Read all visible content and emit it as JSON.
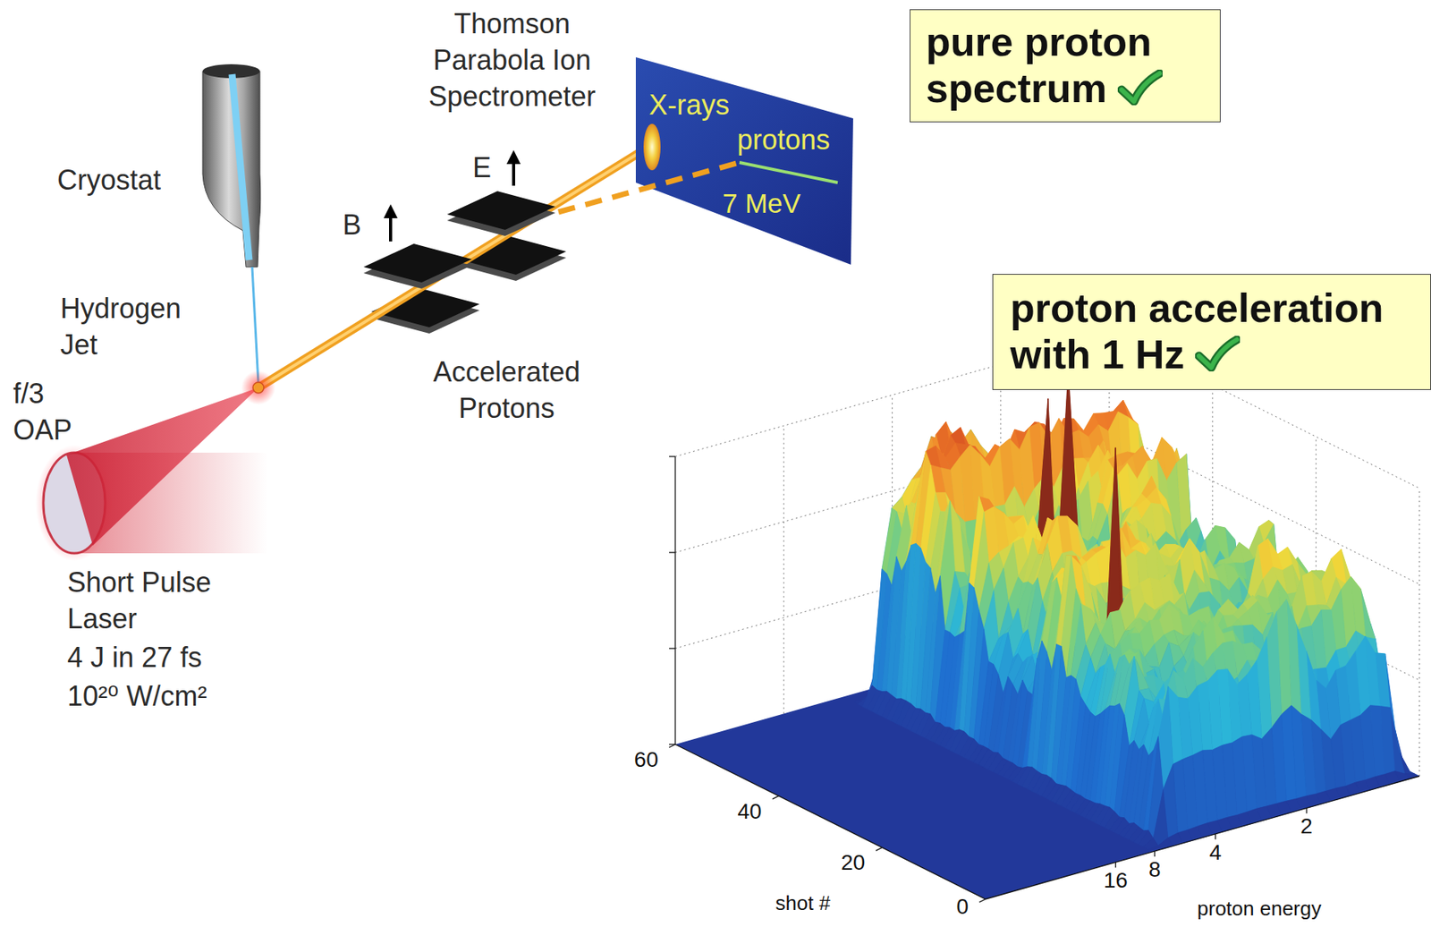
{
  "diagram": {
    "nodes": [
      {
        "text": [
          "pure proton spectrum"
        ]
      },
      {
        "text": [
          "X-rays",
          "protons",
          "7 MeV"
        ]
      },
      {
        "text": [
          "proton acceleration with 1 Hz"
        ]
      }
    ],
    "labels": [
      "Thomson Parabola Ion Spectrometer",
      "Cryostat",
      "E",
      "B",
      "Hydrogen Jet",
      "Accelerated Protons",
      "f/3 OAP",
      "Short Pulse Laser",
      "4 J in 27 fs",
      "10²⁰ W/cm²",
      "60",
      "40",
      "20",
      "0",
      "16",
      "8",
      "4",
      "2",
      "shot #",
      "proton energy"
    ]
  }
}
